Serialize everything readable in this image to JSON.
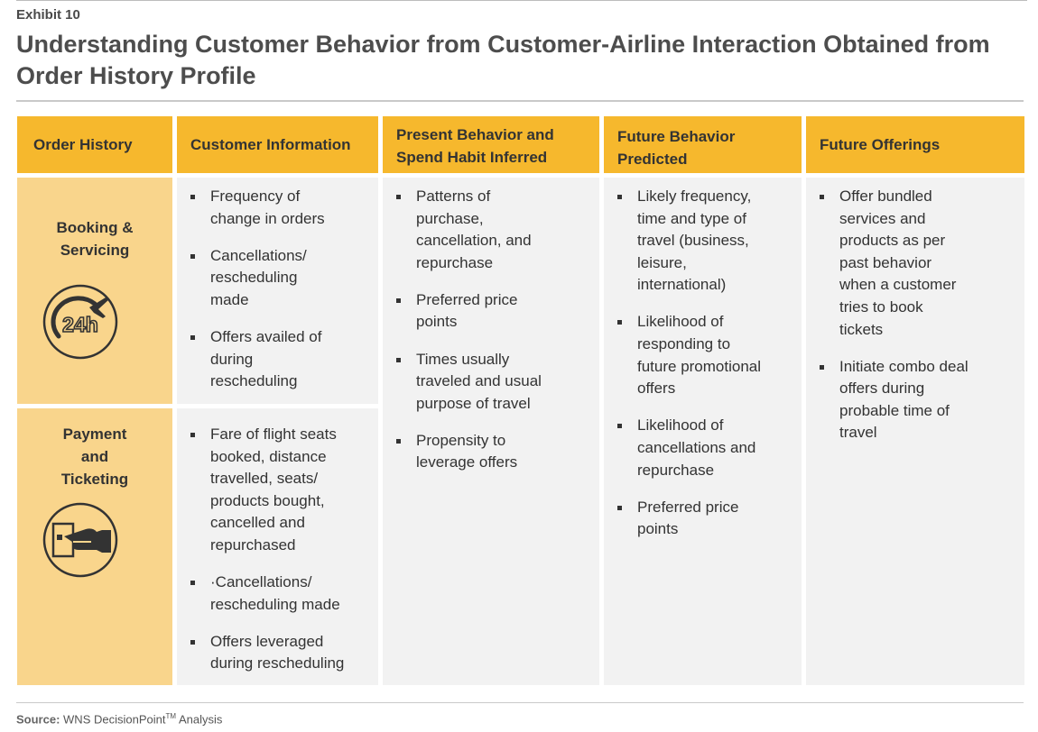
{
  "exhibit": "Exhibit 10",
  "title": "Understanding Customer Behavior from Customer-Airline Interaction Obtained from Order History Profile",
  "headers": {
    "order_history": "Order History",
    "customer_information": "Customer Information",
    "present_line1": "Present Behavior and",
    "present_line2": "Spend Habit Inferred",
    "future_predicted_line1": "Future Behavior",
    "future_predicted_line2": "Predicted",
    "future_offerings": "Future Offerings"
  },
  "rows": {
    "booking": {
      "line1": "Booking &",
      "line2": "Servicing",
      "icon": "airplane-24h-icon"
    },
    "payment": {
      "line1": "Payment",
      "line2": "and",
      "line3": "Ticketing",
      "icon": "card-payment-icon"
    }
  },
  "customer_info_booking": [
    [
      "Frequency of",
      "change in orders"
    ],
    [
      "Cancellations/",
      "rescheduling",
      "made"
    ],
    [
      "Offers availed of",
      "during",
      "rescheduling"
    ]
  ],
  "customer_info_payment": [
    [
      "Fare of flight seats",
      "booked, distance",
      "travelled, seats/",
      "products bought,",
      "cancelled and",
      "repurchased"
    ],
    [
      "·Cancellations/",
      "rescheduling made"
    ],
    [
      "Offers leveraged",
      "during rescheduling"
    ]
  ],
  "present_behavior": [
    [
      "Patterns of",
      "purchase,",
      "cancellation, and",
      "repurchase"
    ],
    [
      "Preferred price",
      "points"
    ],
    [
      "Times usually",
      "traveled and usual",
      "purpose of travel"
    ],
    [
      "Propensity to",
      "leverage offers"
    ]
  ],
  "future_predicted": [
    [
      "Likely frequency,",
      "time and type of",
      "travel (business,",
      "leisure,",
      "international)"
    ],
    [
      "Likelihood of",
      "responding to",
      "future promotional",
      "offers"
    ],
    [
      "Likelihood of",
      "cancellations and",
      "repurchase"
    ],
    [
      "Preferred price",
      "points"
    ]
  ],
  "future_offerings": [
    [
      "Offer bundled",
      "services and",
      "products as per",
      "past behavior",
      "when a customer",
      "tries to book",
      "tickets"
    ],
    [
      "Initiate combo deal",
      "offers during",
      "probable time of",
      "travel"
    ]
  ],
  "source": {
    "label": "Source:",
    "text": "WNS DecisionPoint",
    "tm": "TM",
    "suffix": "Analysis"
  },
  "colors": {
    "header": "#f6b82d",
    "row_header": "#f9d58c",
    "cell": "#f2f2f2"
  }
}
